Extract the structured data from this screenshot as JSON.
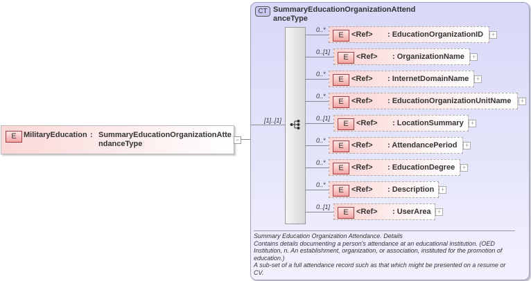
{
  "root_element": {
    "badge": "E",
    "name": "MilitaryEducation",
    "colon": ":",
    "type": "SummaryEducationOrganizationAttendanceType",
    "toggle": "−"
  },
  "complex_type": {
    "badge": "CT",
    "title": "SummaryEducationOrganizationAttendanceType",
    "sequence_multiplicity": "[1]..[1]",
    "sequence_icon": "sequence-compositor-icon"
  },
  "children": [
    {
      "multiplicity": "0..*",
      "badge": "E",
      "ref": "<Ref>",
      "name": ": EducationOrganizationID",
      "toggle": "+"
    },
    {
      "multiplicity": "0..[1]",
      "badge": "E",
      "ref": "<Ref>",
      "name": ": OrganizationName",
      "toggle": "+"
    },
    {
      "multiplicity": "0..*",
      "badge": "E",
      "ref": "<Ref>",
      "name": ": InternetDomainName",
      "toggle": "+"
    },
    {
      "multiplicity": "0..*",
      "badge": "E",
      "ref": "<Ref>",
      "name": ": EducationOrganizationUnitName",
      "toggle": "+"
    },
    {
      "multiplicity": "0..[1]",
      "badge": "E",
      "ref": "<Ref>",
      "name": ": LocationSummary",
      "toggle": "+"
    },
    {
      "multiplicity": "0..*",
      "badge": "E",
      "ref": "<Ref>",
      "name": ": AttendancePeriod",
      "toggle": "+"
    },
    {
      "multiplicity": "0..*",
      "badge": "E",
      "ref": "<Ref>",
      "name": ": EducationDegree",
      "toggle": "+"
    },
    {
      "multiplicity": "0..*",
      "badge": "E",
      "ref": "<Ref>",
      "name": ": Description",
      "toggle": "+"
    },
    {
      "multiplicity": "0..[1]",
      "badge": "E",
      "ref": "<Ref>",
      "name": ": UserArea",
      "toggle": "+"
    }
  ],
  "documentation": {
    "line1": "Summary Education Organization Attendance. Details",
    "line2": "Contains details documenting a person's attendance at an educational institution. (OED Institution, n. An establishment, organization, or association, instituted for the promotion of education.)",
    "line3": "A sub-set of a full attendance record such as that which might be presented on a resume or CV."
  }
}
